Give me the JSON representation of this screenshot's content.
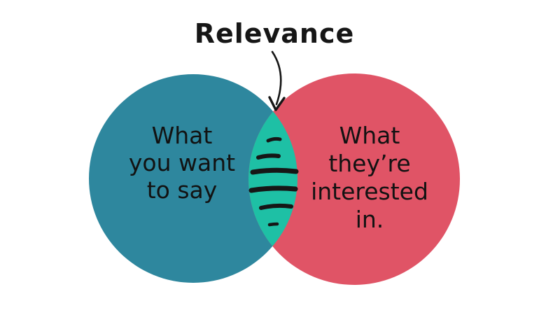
{
  "title": "Relevance",
  "colors": {
    "left_circle": "#2e879e",
    "right_circle": "#e05466",
    "intersection": "#1ec0a5",
    "ink": "#161616",
    "background": "#ffffff"
  },
  "venn": {
    "left": {
      "lines": [
        "What",
        "you want",
        "to say"
      ]
    },
    "right": {
      "lines": [
        "What",
        "they’re",
        "interested",
        "in."
      ]
    }
  }
}
